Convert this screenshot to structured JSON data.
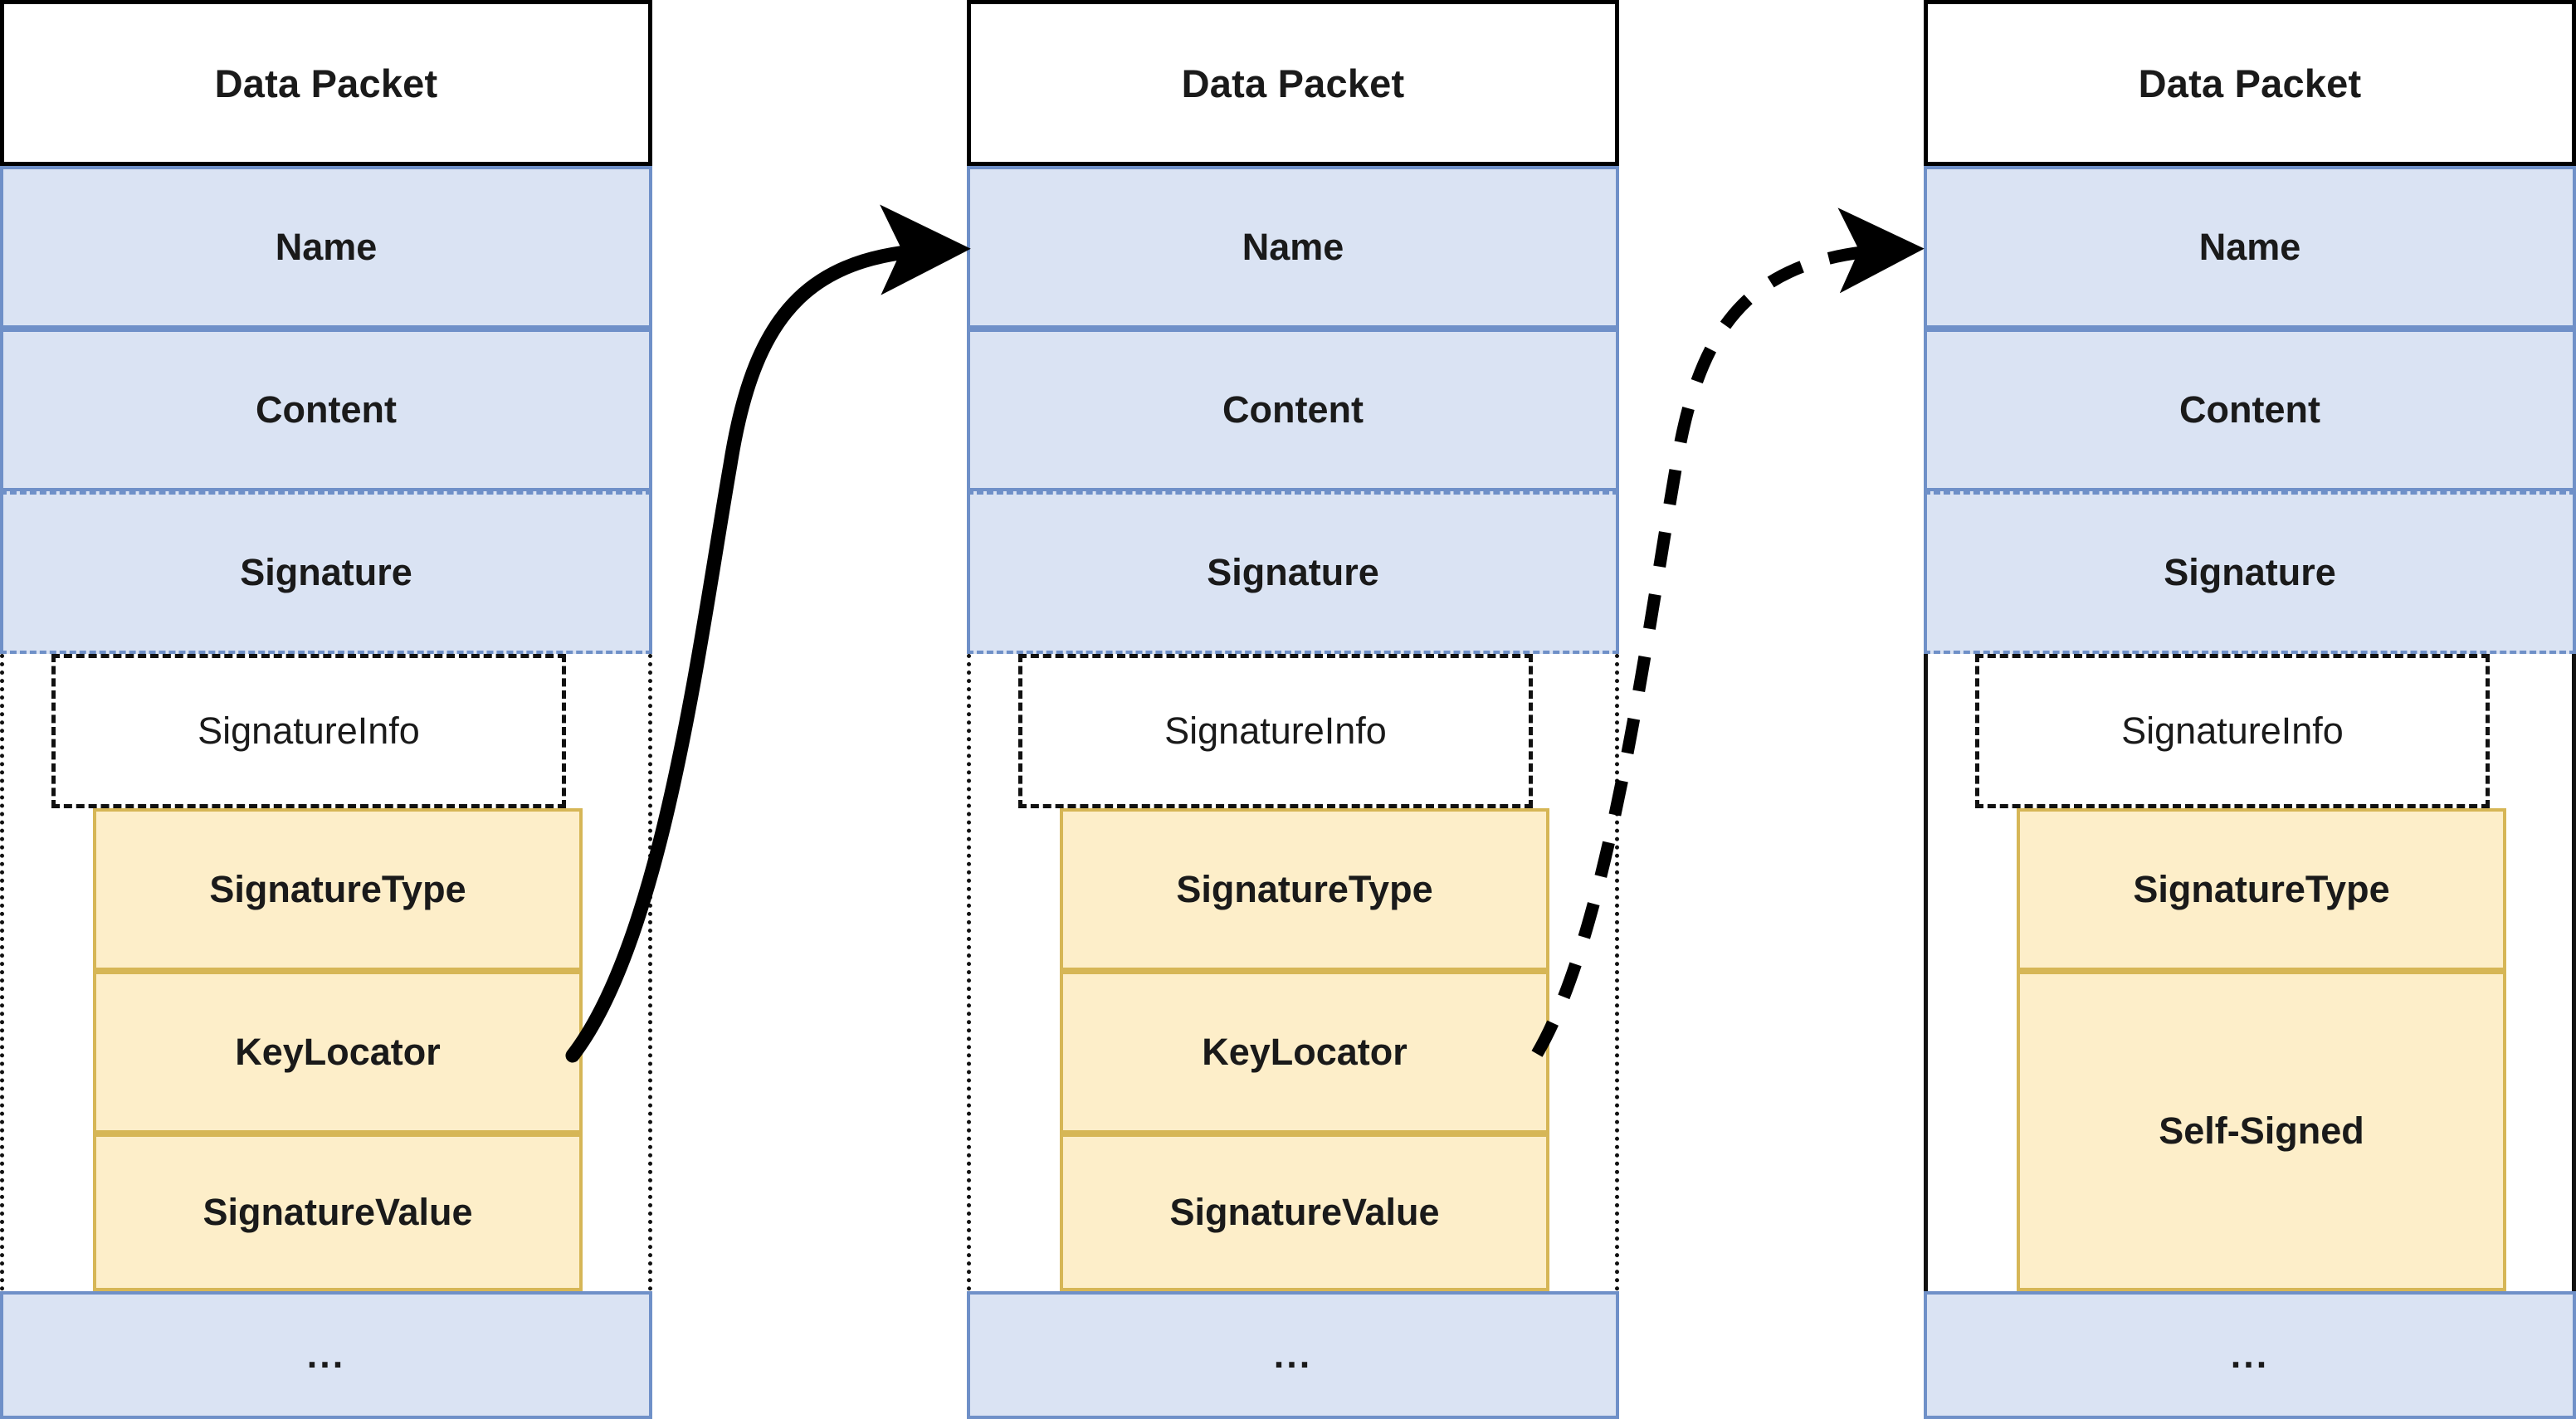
{
  "diagram": {
    "title_row_label": "Data Packet",
    "panels": [
      {
        "id": "panel-1",
        "header": "Data Packet",
        "rows": [
          "Name",
          "Content",
          "Signature"
        ],
        "signature_info_label": "SignatureInfo",
        "blocks": [
          "SignatureType",
          "KeyLocator",
          "SignatureValue"
        ],
        "ellipsis": "..."
      },
      {
        "id": "panel-2",
        "header": "Data Packet",
        "rows": [
          "Name",
          "Content",
          "Signature"
        ],
        "signature_info_label": "SignatureInfo",
        "blocks": [
          "SignatureType",
          "KeyLocator",
          "SignatureValue"
        ],
        "ellipsis": "..."
      },
      {
        "id": "panel-3",
        "header": "Data Packet",
        "rows": [
          "Name",
          "Content",
          "Signature"
        ],
        "signature_info_label": "SignatureInfo",
        "blocks": [
          "SignatureType",
          "Self-Signed"
        ],
        "ellipsis": "..."
      }
    ],
    "connectors": [
      {
        "id": "arrow-1",
        "style": "solid",
        "from": "panel-1 KeyLocator",
        "to": "panel-2 Name"
      },
      {
        "id": "arrow-2",
        "style": "dashed",
        "from": "panel-2 KeyLocator",
        "to": "panel-3 Name"
      }
    ],
    "colors": {
      "blue_fill": "#dae3f3",
      "blue_border": "#6f90c8",
      "orange_fill": "#fdeec9",
      "orange_border": "#d6b656",
      "outline": "#000000",
      "text": "#1a1a1a",
      "background": "#ffffff"
    }
  }
}
